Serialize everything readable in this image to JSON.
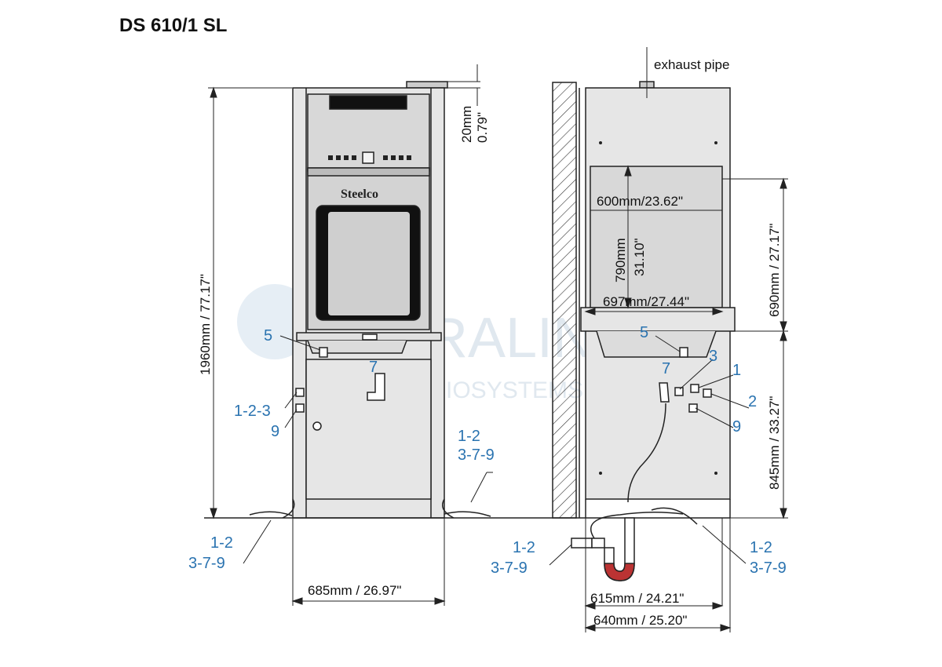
{
  "title": "DS 610/1 SL",
  "front_view": {
    "logo": "Steelco",
    "height_label": "1960mm / 77.17\"",
    "width_label": "685mm / 26.97\"",
    "top_dim_mm": "20mm",
    "top_dim_in": "0.79\"",
    "callout_5": "5",
    "callout_7": "7",
    "callout_123": "1-2-3",
    "callout_9": "9",
    "callout_right_line1": "1-2",
    "callout_right_line2": "3-7-9",
    "callout_bottom_line1": "1-2",
    "callout_bottom_line2": "3-7-9"
  },
  "side_view": {
    "exhaust_label": "exhaust pipe",
    "chamber_width_label": "600mm/23.62\"",
    "chamber_height_mm": "790mm",
    "chamber_height_in": "31.10\"",
    "chamber_depth_label": "697mm/27.44\"",
    "upper_height_label": "690mm / 27.17\"",
    "lower_height_label": "845mm / 33.27\"",
    "depth_label_1": "615mm / 24.21\"",
    "depth_label_2": "640mm / 25.20\"",
    "callout_5": "5",
    "callout_7": "7",
    "callout_3": "3",
    "callout_1": "1",
    "callout_2": "2",
    "callout_9": "9",
    "callout_left_line1": "1-2",
    "callout_left_line2": "3-7-9",
    "callout_right_line1": "1-2",
    "callout_right_line2": "3-7-9"
  },
  "watermark": {
    "line1": "DURALINE",
    "line2": "BIOSYSTEMS INC"
  },
  "colors": {
    "callout": "#2a73b0",
    "panel": "#e6e6e6",
    "line": "#222222"
  }
}
